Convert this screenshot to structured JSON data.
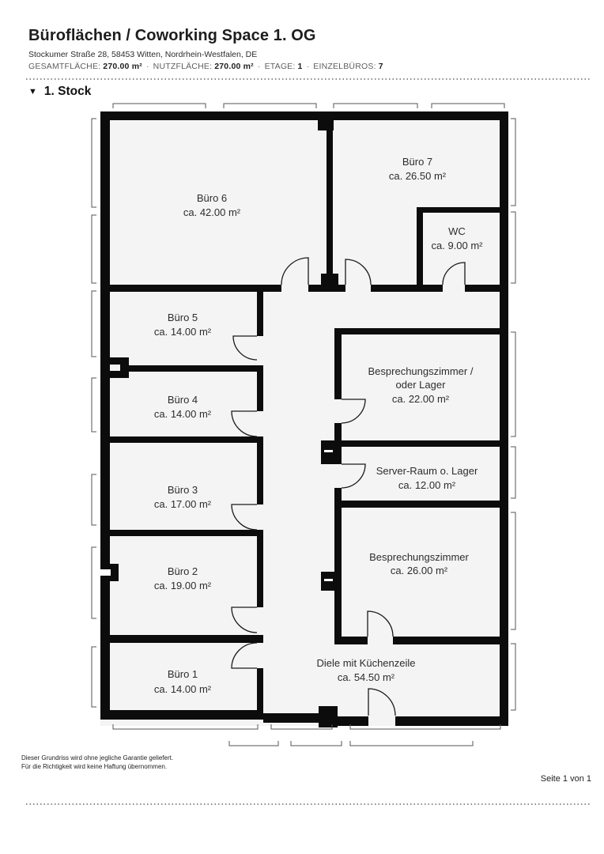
{
  "header": {
    "title": "Büroflächen / Coworking Space 1. OG",
    "address": "Stockumer Straße 28, 58453 Witten, Nordrhein-Westfalen, DE",
    "meta": {
      "sep": "·",
      "items": [
        {
          "label": "GESAMTFLÄCHE:",
          "value": "270.00 m²"
        },
        {
          "label": "NUTZFLÄCHE:",
          "value": "270.00 m²"
        },
        {
          "label": "ETAGE:",
          "value": "1"
        },
        {
          "label": "EINZELBÜROS:",
          "value": "7"
        }
      ]
    }
  },
  "section": {
    "marker": "▼",
    "title": "1. Stock"
  },
  "floorplan": {
    "wall_color": "#0c0c0c",
    "room_fill": "#f4f4f4",
    "door_color": "#1a1a1a",
    "dim_color": "#555555",
    "rooms": [
      {
        "id": "buero-6",
        "name": "Büro 6",
        "area": "ca. 42.00 m²"
      },
      {
        "id": "buero-7",
        "name": "Büro 7",
        "area": "ca. 26.50 m²"
      },
      {
        "id": "wc",
        "name": "WC",
        "area": "ca. 9.00 m²"
      },
      {
        "id": "buero-5",
        "name": "Büro 5",
        "area": "ca. 14.00 m²"
      },
      {
        "id": "besprechungszimmer-oder-lager",
        "name": "Besprechungszimmer /",
        "name2": "oder Lager",
        "area": "ca. 22.00 m²"
      },
      {
        "id": "buero-4",
        "name": "Büro 4",
        "area": "ca. 14.00 m²"
      },
      {
        "id": "server-raum",
        "name": "Server-Raum o. Lager",
        "area": "ca. 12.00 m²"
      },
      {
        "id": "buero-3",
        "name": "Büro 3",
        "area": "ca. 17.00 m²"
      },
      {
        "id": "besprechungszimmer",
        "name": "Besprechungszimmer",
        "area": "ca. 26.00 m²"
      },
      {
        "id": "buero-2",
        "name": "Büro 2",
        "area": "ca. 19.00 m²"
      },
      {
        "id": "buero-1",
        "name": "Büro 1",
        "area": "ca. 14.00 m²"
      },
      {
        "id": "diele",
        "name": "Diele mit Küchenzeile",
        "area": "ca. 54.50 m²"
      }
    ]
  },
  "footer": {
    "disclaimer_line1": "Dieser Grundriss wird ohne jegliche Garantie geliefert.",
    "disclaimer_line2": "Für die Richtigkeit wird keine Haftung übernommen.",
    "page_label": "Seite 1 von 1"
  }
}
